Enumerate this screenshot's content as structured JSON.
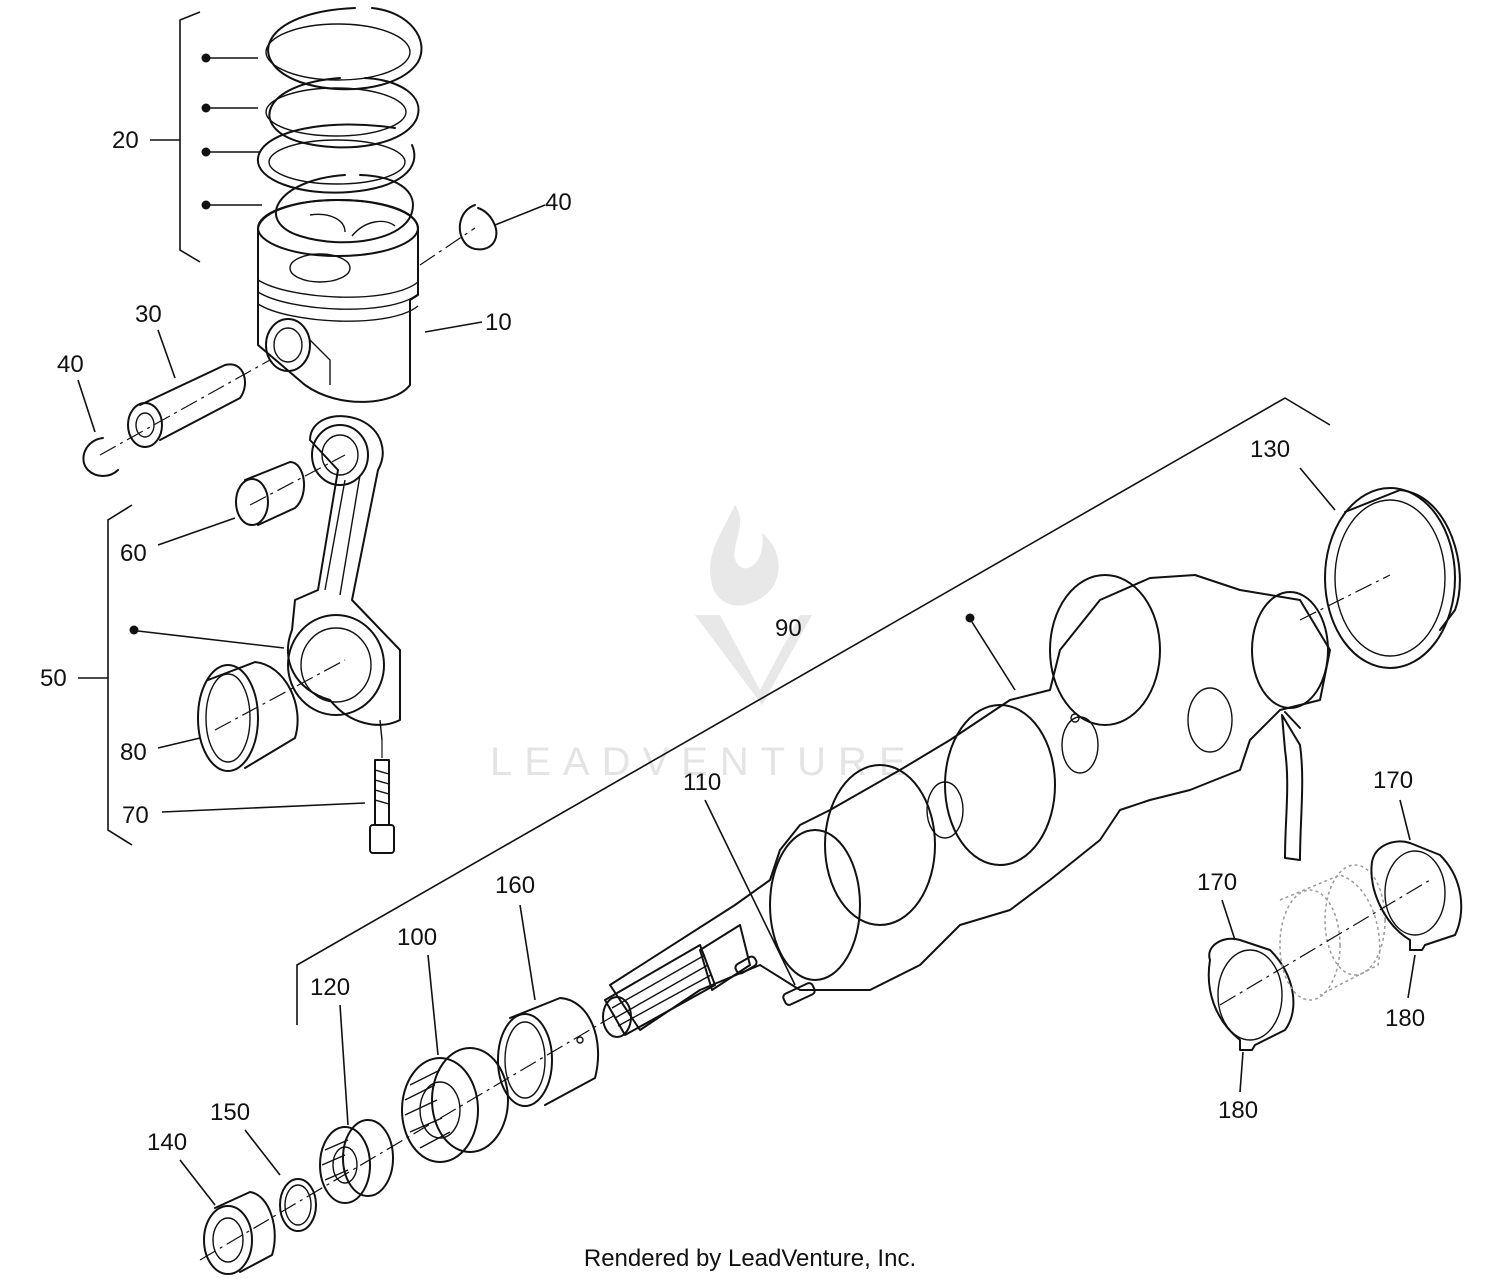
{
  "callouts": {
    "c10": "10",
    "c20": "20",
    "c30": "30",
    "c40a": "40",
    "c40b": "40",
    "c50": "50",
    "c60": "60",
    "c70": "70",
    "c80": "80",
    "c90": "90",
    "c100": "100",
    "c110": "110",
    "c120": "120",
    "c130": "130",
    "c140": "140",
    "c150": "150",
    "c160": "160",
    "c170a": "170",
    "c170b": "170",
    "c180a": "180",
    "c180b": "180"
  },
  "watermark": {
    "text": "LEADVENTURE"
  },
  "footer": {
    "credit": "Rendered by LeadVenture, Inc."
  },
  "colors": {
    "line": "#111111",
    "watermark": "#e4e4e4",
    "background": "#ffffff"
  }
}
